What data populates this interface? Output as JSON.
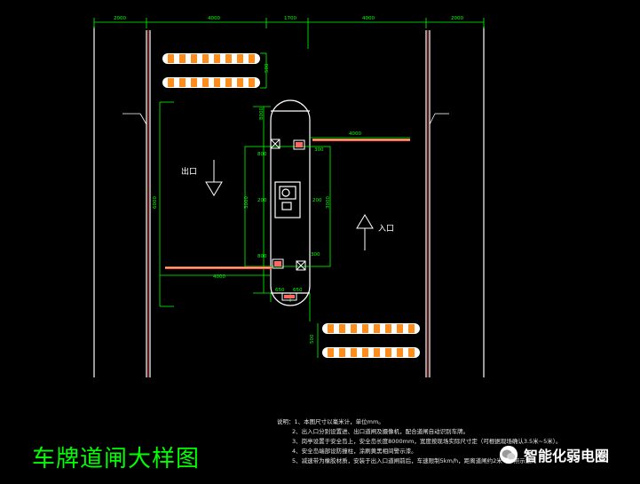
{
  "title": "车牌道闸大样图",
  "watermark": "智能化弱电圈",
  "labels": {
    "exit": "出口",
    "entry": "入口"
  },
  "dimensions": {
    "top": [
      "2000",
      "4000",
      "1700",
      "4000",
      "2000"
    ],
    "stripe_gap_top": "500",
    "stripe_gap_bottom": "500",
    "island_total": "8000",
    "island_inner": "6000",
    "left_zone": "3000",
    "barrier_arm_top": "4000",
    "barrier_arm_bottom": "4000",
    "box_top": "800",
    "box_bottom": "800",
    "box_mid_left": "200",
    "box_mid_right": "200",
    "island_height": "3000",
    "width_left": "650",
    "width_right": "650",
    "offset": "300"
  },
  "notes": [
    "说明：1、本图尺寸以毫米计，单位mm。",
    "2、出入口分别设置进、出口道闸及摄像机，配合道闸自动识别车牌。",
    "3、岗亭设置于安全岛上，安全岛长度8000mm，宽度按现场实际尺寸定（可根据现场确认3.5米~5米）。",
    "4、安全岛端部设防撞柱，涂刷黄黑相间警示漆。",
    "5、减速带为橡胶材质，安装于出入口道闸前后，车速限制5km/h，距离道闸约2米（参照示意）。"
  ],
  "colors": {
    "background": "#000000",
    "lines": "#ffffff",
    "dims": "#00ff00",
    "stripe_orange": "#ff8c1a",
    "stripe_white": "#ffffff",
    "barrier": "#ff4d4d"
  }
}
